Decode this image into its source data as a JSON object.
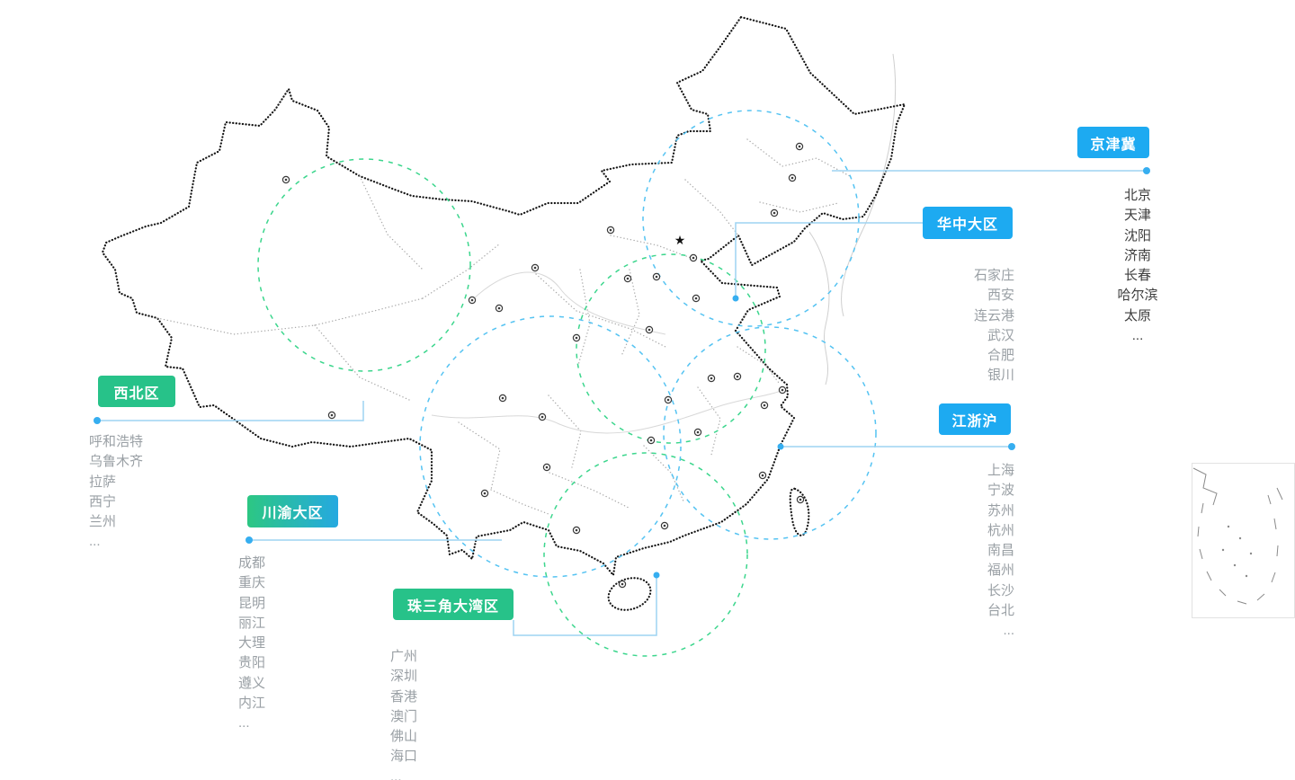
{
  "colors": {
    "badge_blue": "#1daaf1",
    "badge_green": "#27c289",
    "badge_gradient_start": "#2cc783",
    "badge_gradient_end": "#25a9e0",
    "coverage_circle_green": "#3cd68d",
    "coverage_circle_blue": "#55c3f2",
    "connector_line": "#9ed4f2",
    "connector_dot": "#36aef0",
    "city_list_gray": "#9aa0a5",
    "city_list_dark": "#3d3d3d",
    "map_border": "#161616"
  },
  "map": {
    "country": "China",
    "capital_marker_icon": "provincial-capital-marker",
    "beijing_marker_icon": "star-marker",
    "inset": "south-china-sea-inset"
  },
  "regions": [
    {
      "id": "jingjinji",
      "label": "京津冀",
      "badge": "blue",
      "cities": [
        "北京",
        "天津",
        "沈阳",
        "济南",
        "长春",
        "哈尔滨",
        "太原",
        "..."
      ]
    },
    {
      "id": "huazhong",
      "label": "华中大区",
      "badge": "blue",
      "cities": [
        "石家庄",
        "西安",
        "连云港",
        "武汉",
        "合肥",
        "银川"
      ]
    },
    {
      "id": "jiangzhehu",
      "label": "江浙沪",
      "badge": "blue",
      "cities": [
        "上海",
        "宁波",
        "苏州",
        "杭州",
        "南昌",
        "福州",
        "长沙",
        "台北",
        "..."
      ]
    },
    {
      "id": "xibei",
      "label": "西北区",
      "badge": "green",
      "cities": [
        "呼和浩特",
        "乌鲁木齐",
        "拉萨",
        "西宁",
        "兰州",
        "..."
      ]
    },
    {
      "id": "chuanyu",
      "label": "川渝大区",
      "badge": "gradient",
      "cities": [
        "成都",
        "重庆",
        "昆明",
        "丽江",
        "大理",
        "贵阳",
        "遵义",
        "内江",
        "..."
      ]
    },
    {
      "id": "zhusanjiao",
      "label": "珠三角大湾区",
      "badge": "green",
      "cities": [
        "广州",
        "深圳",
        "香港",
        "澳门",
        "佛山",
        "海口",
        "..."
      ]
    }
  ]
}
